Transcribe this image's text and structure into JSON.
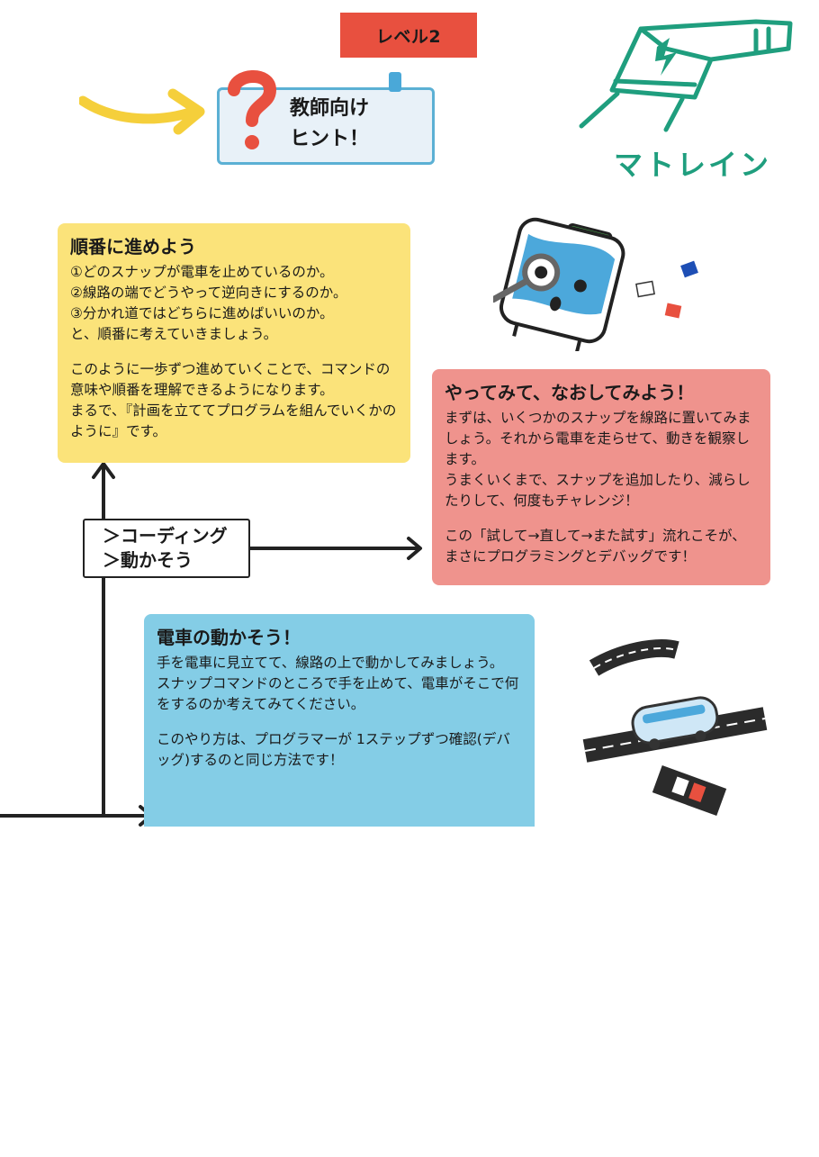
{
  "header": {
    "level_label": "レベル2",
    "hint_title_line1": "教師向け",
    "hint_title_line2": "ヒント！"
  },
  "logo": {
    "text": "マトレイン",
    "color": "#1f9e7e",
    "icon": "bullet-train-lightning-icon"
  },
  "card_order": {
    "title": "順番に進めよう",
    "body1": "①どのスナップが電車を止めているのか。\n②線路の端でどうやって逆向きにするのか。\n③分かれ道ではどちらに進めばいいのか。\nと、順番に考えていきましょう。",
    "body2": "このように一歩ずつ進めていくことで、コマンドの意味や順番を理解できるようになります。\nまるで、『計画を立ててプログラムを組んでいくかのように』です。",
    "color": "#fbe37a"
  },
  "card_try": {
    "title": "やってみて、なおしてみよう！",
    "body1": "まずは、いくつかのスナップを線路に置いてみましょう。それから電車を走らせて、動きを観察します。\nうまくいくまで、スナップを追加したり、減らしたりして、何度もチャレンジ！",
    "body2": "この「試して→直して→また試す」流れこそが、まさにプログラミングとデバッグです！",
    "color": "#ef938d"
  },
  "card_move": {
    "title": "電車の動かそう！",
    "body1": "手を電車に見立てて、線路の上で動かしてみましょう。\nスナップコマンドのところで手を止めて、電車がそこで何をするのか考えてみてください。",
    "body2": "このやり方は、プログラマーが 1ステップずつ確認(デバッグ)するのと同じ方法です！",
    "color": "#84cde6"
  },
  "flow": {
    "line1": "＞コーディング",
    "line2": "＞動かそう"
  },
  "colors": {
    "accent_red": "#e8503f",
    "hint_border": "#5bb0d4",
    "arrow_yellow": "#f5cf3b",
    "qmark_red": "#e8503f"
  }
}
